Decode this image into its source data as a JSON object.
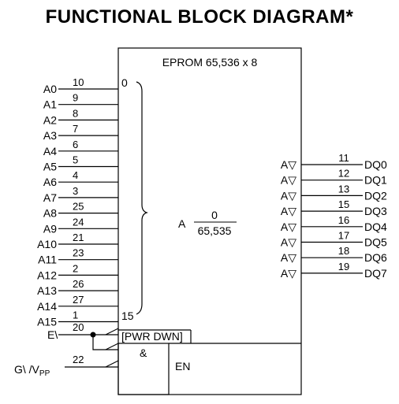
{
  "title": "FUNCTIONAL BLOCK DIAGRAM*",
  "chip_label": "EPROM 65,536 x 8",
  "address_range": {
    "start": "0",
    "end": "15"
  },
  "address_pins": [
    {
      "name": "A0",
      "pin": "10"
    },
    {
      "name": "A1",
      "pin": "9"
    },
    {
      "name": "A2",
      "pin": "8"
    },
    {
      "name": "A3",
      "pin": "7"
    },
    {
      "name": "A4",
      "pin": "6"
    },
    {
      "name": "A5",
      "pin": "5"
    },
    {
      "name": "A6",
      "pin": "4"
    },
    {
      "name": "A7",
      "pin": "3"
    },
    {
      "name": "A8",
      "pin": "25"
    },
    {
      "name": "A9",
      "pin": "24"
    },
    {
      "name": "A10",
      "pin": "21"
    },
    {
      "name": "A11",
      "pin": "23"
    },
    {
      "name": "A12",
      "pin": "2"
    },
    {
      "name": "A13",
      "pin": "26"
    },
    {
      "name": "A14",
      "pin": "27"
    },
    {
      "name": "A15",
      "pin": "1"
    }
  ],
  "address_function": {
    "label": "A",
    "numerator": "0",
    "denominator": "65,535"
  },
  "data_pins": [
    {
      "name": "DQ0",
      "pin": "11",
      "marker": "A▽"
    },
    {
      "name": "DQ1",
      "pin": "12",
      "marker": "A▽"
    },
    {
      "name": "DQ2",
      "pin": "13",
      "marker": "A▽"
    },
    {
      "name": "DQ3",
      "pin": "15",
      "marker": "A▽"
    },
    {
      "name": "DQ4",
      "pin": "16",
      "marker": "A▽"
    },
    {
      "name": "DQ5",
      "pin": "17",
      "marker": "A▽"
    },
    {
      "name": "DQ6",
      "pin": "18",
      "marker": "A▽"
    },
    {
      "name": "DQ7",
      "pin": "19",
      "marker": "A▽"
    }
  ],
  "control": {
    "enable_label": "E\\",
    "enable_pin": "20",
    "pwr_dwn_label": "[PWR DWN]",
    "and_label": "&",
    "en_label": "EN",
    "output_enable_label": "G\\ /V",
    "output_enable_sub": "PP",
    "output_enable_pin": "22"
  }
}
